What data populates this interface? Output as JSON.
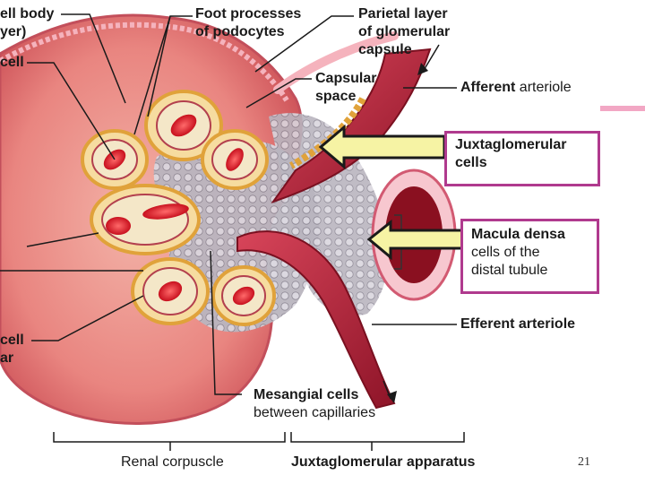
{
  "labels": {
    "cell_body": "ell body",
    "cell_body2": "yer)",
    "cell_left": "cell",
    "foot_processes_1": "Foot processes",
    "foot_processes_2": "of podocytes",
    "parietal_1": "Parietal layer",
    "parietal_2": "of glomerular",
    "parietal_3": "capsule",
    "capsular_1": "Capsular",
    "capsular_2": "space",
    "afferent_bold": "Afferent",
    "afferent_rest": " arteriole",
    "jg_1": "Juxtaglomerular",
    "jg_2": "cells",
    "macula_1": "Macula densa",
    "macula_2": "cells of the",
    "macula_3": "distal tubule",
    "efferent": "Efferent arteriole",
    "cell_bottom_1": "cell",
    "cell_bottom_2": "ar",
    "mesangial_1": "Mesangial cells",
    "mesangial_2": "between capillaries",
    "renal_corpuscle": "Renal corpuscle",
    "jg_apparatus": "Juxtaglomerular apparatus"
  },
  "slide_number": "21",
  "colors": {
    "box_border": "#b03a8e",
    "arrow_fill": "#f6f3a4",
    "accent": "#f2a7c4",
    "tissue": "#e98a8a",
    "vessel": "#b5203a"
  }
}
